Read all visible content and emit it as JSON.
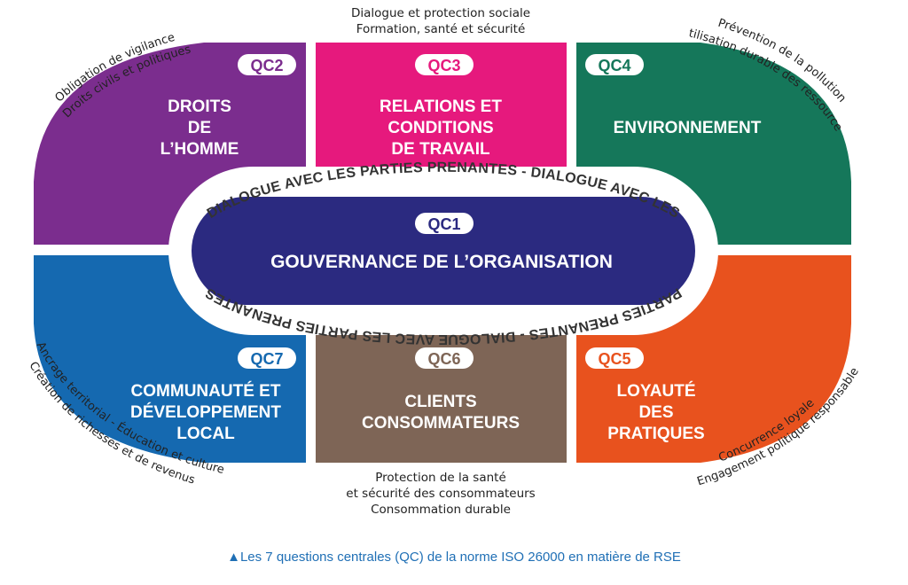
{
  "colors": {
    "qc2": "#7b2d8e",
    "qc3": "#e6197d",
    "qc4": "#15775a",
    "qc1": "#2b2a80",
    "qc7": "#1569b0",
    "qc6": "#7e6556",
    "qc5": "#e8521e",
    "caption": "#1f6fb5"
  },
  "qc1": {
    "badge": "QC1",
    "title": "GOUVERNANCE DE L’ORGANISATION"
  },
  "qc2": {
    "badge": "QC2",
    "line1": "DROITS",
    "line2": "DE",
    "line3": "L’HOMME"
  },
  "qc3": {
    "badge": "QC3",
    "line1": "RELATIONS ET",
    "line2": "CONDITIONS",
    "line3": "DE TRAVAIL"
  },
  "qc4": {
    "badge": "QC4",
    "line1": "ENVIRONNEMENT"
  },
  "qc5": {
    "badge": "QC5",
    "line1": "LOYAUTÉ",
    "line2": "DES",
    "line3": "PRATIQUES"
  },
  "qc6": {
    "badge": "QC6",
    "line1": "CLIENTS",
    "line2": "CONSOMMATEURS"
  },
  "qc7": {
    "badge": "QC7",
    "line1": "COMMUNAUTÉ ET",
    "line2": "DÉVELOPPEMENT",
    "line3": "LOCAL"
  },
  "ring": {
    "top": "DIALOGUE AVEC LES PARTIES PRENANTES - DIALOGUE AVEC LES",
    "bottom": "PARTIES PRENANTES - DIALOGUE AVEC LES PARTIES PRENANTES"
  },
  "notes": {
    "top_line1": "Dialogue et protection sociale",
    "top_line2": "Formation, santé et sécurité",
    "bottom_line1": "Protection de la santé",
    "bottom_line2": "et sécurité des consommateurs",
    "bottom_line3": "Consommation durable",
    "top_left_line1": "Obligation de vigilance",
    "top_left_line2": "Droits civils et politiques",
    "top_right_line1": "Prévention de la pollution",
    "top_right_line2": "Utilisation durable des ressources",
    "bottom_left_line1": "Ancrage territorial - Éducation et culture",
    "bottom_left_line2": "Création de richesses et de revenus",
    "bottom_right_line1": "Concurrence loyale",
    "bottom_right_line2": "Engagement politique responsable"
  },
  "caption": "▲Les 7 questions centrales (QC) de la norme ISO 26000 en matière de RSE"
}
